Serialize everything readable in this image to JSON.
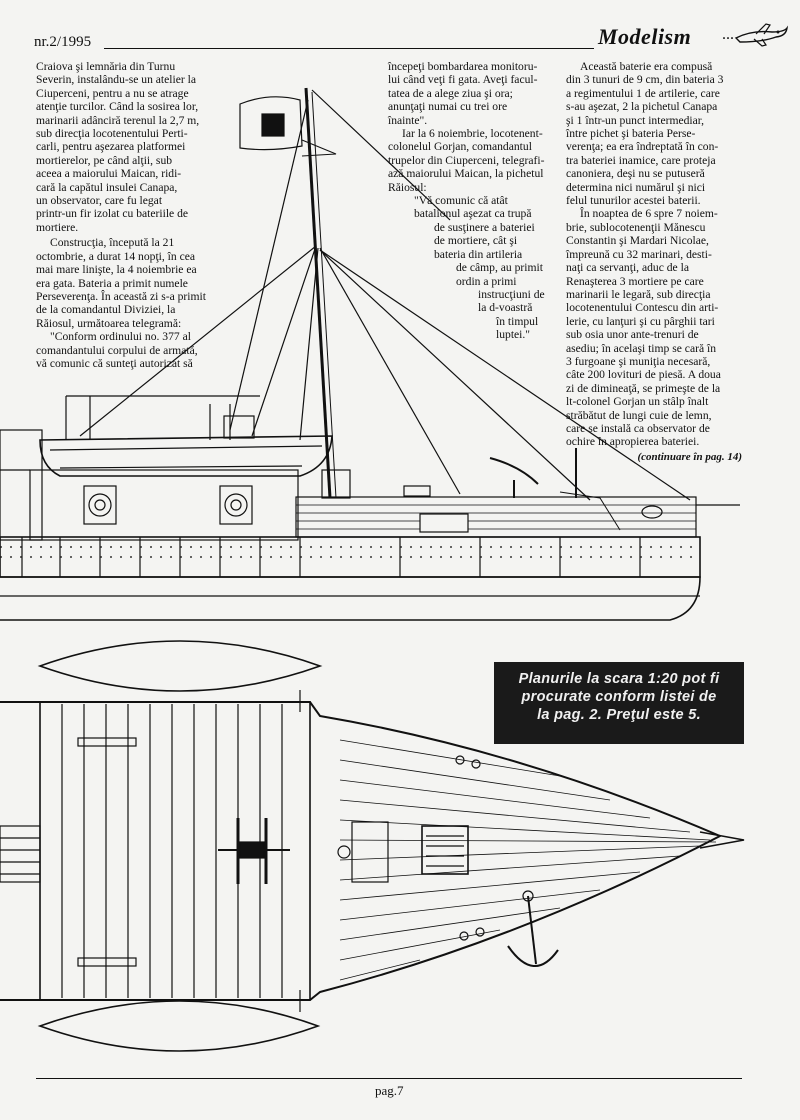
{
  "header": {
    "issue": "nr.2/1995",
    "logo": "Modelism",
    "logo_trail": "..."
  },
  "columns": {
    "col1": {
      "p1": [
        "Craiova şi lemnăria din Turnu",
        "Severin, instalându-se un atelier la",
        "Ciuperceni, pentru a nu se atrage",
        "atenţie turcilor. Când la sosirea lor,",
        "marinarii adânciră terenul la 2,7 m,",
        "sub direcţia locotenentului Perti-",
        "carli, pentru aşezarea platformei",
        "mortierelor, pe când alţii, sub",
        "aceea a maiorului Maican, ridi-",
        "cară la capătul insulei Canapa,",
        "un observator, care fu legat",
        "printr-un fir izolat cu bateriile de",
        "mortiere."
      ],
      "p2": [
        "Construcţia, începută la 21",
        "octombrie, a durat 14 nopţi, în cea",
        "mai mare linişte, la 4 noiembrie ea",
        "era gata. Bateria a primit numele",
        "Perseverenţa. În această zi s-a primit",
        "de la comandantul Diviziei, la",
        "Răiosul, următoarea telegramă:"
      ],
      "p3": [
        "\"Conform ordinului no. 377 al",
        "comandantului corpului de armată,",
        "vă comunic că sunteţi autorizat să"
      ]
    },
    "col2": {
      "p1": [
        "începeţi bombardarea monitoru-",
        "lui când veţi fi gata. Aveţi facul-",
        "tatea de a alege ziua şi ora;",
        "anunţaţi numai cu trei ore",
        "înainte\"."
      ],
      "p2": [
        "Iar la 6 noiembrie, locotenent-",
        "colonelul Gorjan, comandantul",
        "trupelor din Ciuperceni, telegrafi-",
        "ază maiorului Maican, la pichetul",
        "Răiosul:"
      ],
      "p3": [
        "\"Vă comunic că atât",
        "batalionul aşezat ca trupă",
        "de susţinere a bateriei",
        "de mortiere, cât şi",
        "bateria din artileria",
        "de câmp, au primit",
        "ordin a primi",
        "instrucţiuni de",
        "la d-voastră",
        "în timpul",
        "luptei.\""
      ]
    },
    "col3": {
      "p1": [
        "Această baterie era compusă",
        "din 3 tunuri de 9 cm, din bateria 3",
        "a regimentului 1 de artilerie, care",
        "s-au aşezat, 2 la pichetul Canapa",
        "şi 1 într-un punct intermediar,",
        "între pichet şi bateria Perse-",
        "verenţa; ea era îndreptată în con-",
        "tra bateriei inamice, care proteja",
        "canoniera, deşi nu se putuseră",
        "determina nici numărul şi nici",
        "felul tunurilor acestei baterii."
      ],
      "p2": [
        "În noaptea de 6 spre 7 noiem-",
        "brie, sublocotenenţii Mănescu",
        "Constantin şi Mardari Nicolae,",
        "împreună cu 32 marinari, desti-",
        "naţi ca servanţi, aduc de la",
        "Renaşterea 3 mortiere pe care",
        "marinarii le legară, sub direcţia",
        "locotenentului Contescu din arti-",
        "lerie, cu lanţuri şi cu pârghii tari",
        "sub osia unor ante-trenuri de",
        "asediu; în acelaşi timp se cară în",
        "3 furgoane şi muniţia necesară,",
        "câte 200 lovituri de piesă. A doua",
        "zi de dimineaţă, se primeşte de la",
        "lt-colonel Gorjan un stâlp înalt",
        "străbătut de lungi cuie de lemn,",
        "care se instală ca observator de",
        "ochire în apropierea bateriei."
      ],
      "continued": "(continuare în pag. 14)"
    }
  },
  "notice": {
    "lines": [
      "Planurile la scara 1:20 pot fi",
      "procurate conform listei de",
      "la pag. 2. Preţul este 5."
    ]
  },
  "footer": {
    "page": "pag.7"
  }
}
